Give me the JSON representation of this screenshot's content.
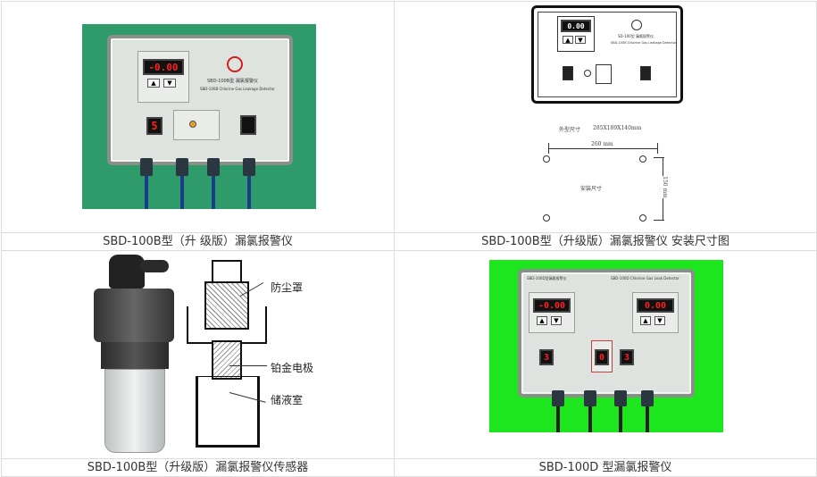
{
  "captions": {
    "c1": "SBD-100B型（升 级版）漏氯报警仪",
    "c2": "SBD-100B型（升级版）漏氯报警仪 安装尺寸图",
    "c3": "SBD-100B型（升级版）漏氯报警仪传感器",
    "c4": "SBD-100D 型漏氯报警仪"
  },
  "device1": {
    "display": "-0.00",
    "model_text": "SBD-100B型 漏氯报警仪",
    "sub_text": "SBD-100B Chlorine Gas Leakage Detector",
    "left_digit": "5",
    "up": "▲",
    "down": "▼"
  },
  "drawing": {
    "display": "0.00",
    "model_text": "SD-100型 漏氯报警仪",
    "sub_text": "SBD-100B Chlorine Gas Leakage Detector",
    "outline_label": "外型尺寸",
    "outline_value": "285X189X140mm",
    "width_label": "260 mm",
    "height_label": "150 mm",
    "mount_label": "安装尺寸"
  },
  "sensor": {
    "label1": "防尘罩",
    "label2": "铂金电极",
    "label3": "储液室"
  },
  "device4": {
    "header_left": "SBD-100D型漏氯报警仪",
    "header_right": "SBD-100D Chlorine Gas Leak Detector",
    "display_left": "-0.00",
    "display_right": "0.00",
    "digit_a": "3",
    "digit_b": "0",
    "digit_c": "3",
    "up": "▲",
    "down": "▼"
  },
  "colors": {
    "green_bg1": "#2f9a6a",
    "green_bg4": "#1ee61e",
    "led_red": "#ff2020"
  }
}
